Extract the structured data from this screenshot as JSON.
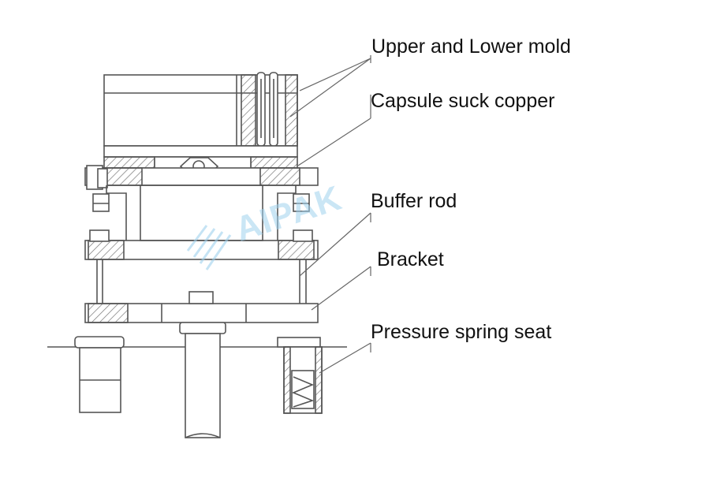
{
  "labels": {
    "upper_lower_mold": "Upper and Lower mold",
    "capsule_suck_copper": "Capsule suck copper",
    "buffer_rod": "Buffer rod",
    "bracket": "Bracket",
    "pressure_spring_seat": "Pressure spring seat"
  },
  "watermark": {
    "text": "AIPAK",
    "color": "#9fd2ee"
  },
  "colors": {
    "line": "#555555",
    "hatch": "#777777",
    "background": "#ffffff"
  }
}
